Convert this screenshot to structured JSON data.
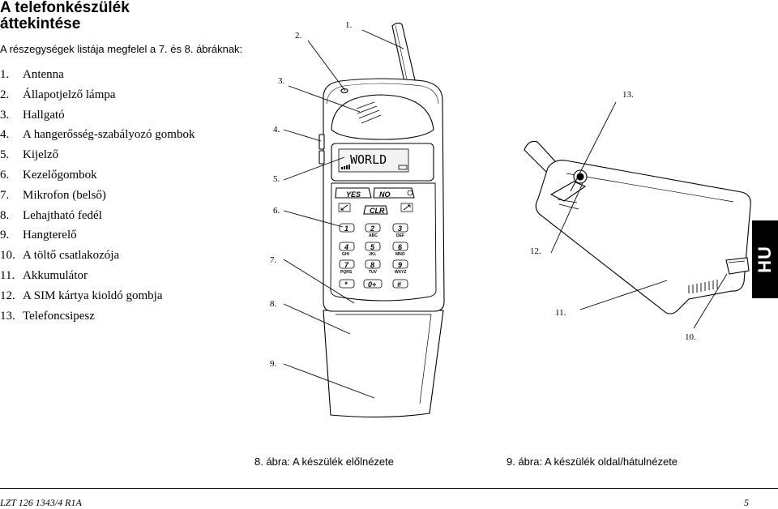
{
  "title": {
    "line1": "A telefonkészülék",
    "line2": "áttekintése"
  },
  "intro": "A részegységek listája megfelel a 7. és 8. ábráknak:",
  "parts": [
    {
      "num": "1.",
      "label": "Antenna"
    },
    {
      "num": "2.",
      "label": "Állapotjelző lámpa"
    },
    {
      "num": "3.",
      "label": "Hallgató"
    },
    {
      "num": "4.",
      "label": "A hangerősség-szabályozó gombok"
    },
    {
      "num": "5.",
      "label": "Kijelző"
    },
    {
      "num": "6.",
      "label": "Kezelőgombok"
    },
    {
      "num": "7.",
      "label": "Mikrofon (belső)"
    },
    {
      "num": "8.",
      "label": "Lehajtható fedél"
    },
    {
      "num": "9.",
      "label": "Hangterelő"
    },
    {
      "num": "10.",
      "label": "A töltő csatlakozója"
    },
    {
      "num": "11.",
      "label": "Akkumulátor"
    },
    {
      "num": "12.",
      "label": "A SIM kártya kioldó gombja"
    },
    {
      "num": "13.",
      "label": "Telefoncsipesz"
    }
  ],
  "front_view": {
    "callouts": [
      "1.",
      "2.",
      "3.",
      "4.",
      "5.",
      "6.",
      "7.",
      "8.",
      "9."
    ],
    "screen_text": "WORLD",
    "keys": {
      "yes": "YES",
      "no": "NO",
      "clr": "CLR",
      "k1": "1",
      "k2": "2",
      "k2_sub": "ABC",
      "k3": "3",
      "k3_sub": "DEF",
      "k4": "4",
      "k4_sub": "GHI",
      "k5": "5",
      "k5_sub": "JKL",
      "k6": "6",
      "k6_sub": "MNO",
      "k7": "7",
      "k7_sub": "PQRS",
      "k8": "8",
      "k8_sub": "TUV",
      "k9": "9",
      "k9_sub": "WXYZ",
      "kstar": "*",
      "k0": "0+",
      "khash": "#"
    }
  },
  "side_view": {
    "callouts": [
      "10.",
      "11.",
      "12.",
      "13."
    ]
  },
  "captions": {
    "front": "8. ábra: A készülék előlnézete",
    "side": "9. ábra: A készülék oldal/hátulnézete"
  },
  "language_tab": "HU",
  "footer": {
    "doc_number": "LZT 126 1343/4 R1A",
    "page_number": "5"
  }
}
